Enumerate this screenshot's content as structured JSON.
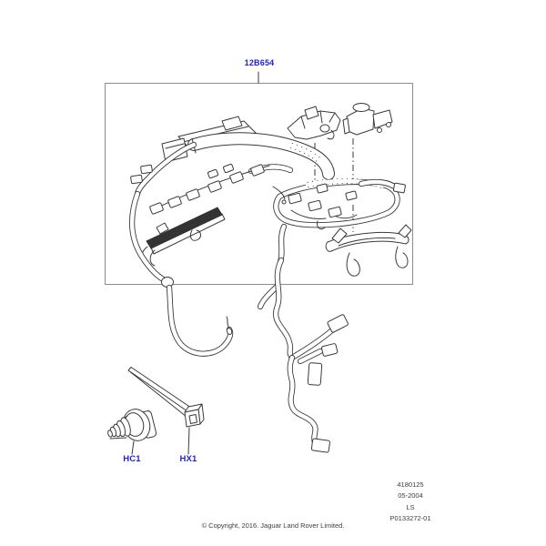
{
  "diagram": {
    "main_part_label": "12B654",
    "callouts": [
      {
        "id": "HC1",
        "label": "HC1"
      },
      {
        "id": "HX1",
        "label": "HX1"
      }
    ]
  },
  "footer": {
    "ref_lines": [
      "4180125",
      "05-2004",
      "LS",
      "P0133272-01"
    ],
    "copyright": "© Copyright, 2016. Jaguar Land Rover Limited."
  },
  "colors": {
    "label_blue": "#2222cc",
    "line": "#3a3a3a",
    "box_border": "#8c8c8c",
    "footer_text": "#3d3d3d"
  }
}
